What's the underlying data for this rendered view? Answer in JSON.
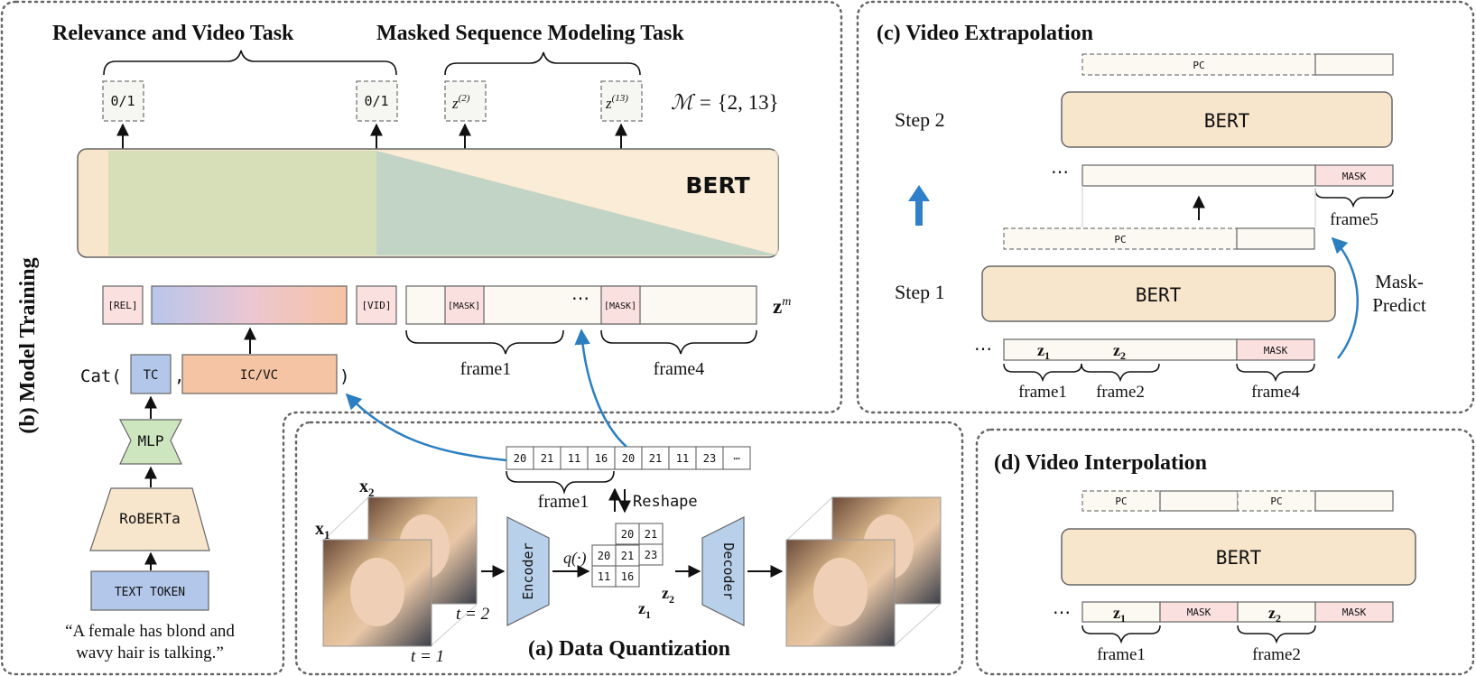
{
  "panels": {
    "model_training": {
      "title": "(b) Model Training",
      "relevance_header": "Relevance and Video Task",
      "masked_header": "Masked Sequence Modeling Task",
      "output_left": "0/1",
      "output_right": "0/1",
      "output_z_left_base": "z",
      "output_z_left_sup": "(2)",
      "output_z_right_base": "z",
      "output_z_right_sup": "(13)",
      "mask_set_lhs": "ℳ = ",
      "mask_set_rhs": "{2, 13}",
      "bert": "BERT",
      "rel_token": "[REL]",
      "vid_token": "[VID]",
      "mask_token": "[MASK]",
      "ellipsis": "⋯",
      "zm_base": "z",
      "zm_sup": "m",
      "frame1": "frame1",
      "frame4": "frame4",
      "cat_prefix": "Cat(",
      "tc": "TC",
      "comma": ",",
      "ic_vc": "IC/VC",
      "cat_suffix": ")",
      "mlp": "MLP",
      "roberta": "RoBERTa",
      "text_token": "TEXT TOKEN",
      "caption_line1": "“A female has blond and",
      "caption_line2": "wavy hair is talking.”"
    },
    "data_quantization": {
      "title": "(a) Data Quantization",
      "token_sequence": [
        "20",
        "21",
        "11",
        "16",
        "20",
        "21",
        "11",
        "23",
        "⋯"
      ],
      "frame1": "frame1",
      "reshape": "Reshape",
      "encoder": "Encoder",
      "decoder": "Decoder",
      "q_label": "q(·)",
      "x1_base": "x",
      "x1_sub": "1",
      "x2_base": "x",
      "x2_sub": "2",
      "t1": "t = 1",
      "t2": "t = 2",
      "grid_back": [
        "20",
        "21",
        "23"
      ],
      "grid_front": [
        "20",
        "21",
        "11",
        "16"
      ],
      "z1_base": "z",
      "z1_sub": "1",
      "z2_base": "z",
      "z2_sub": "2"
    },
    "video_extrapolation": {
      "title": "(c) Video Extrapolation",
      "step2": "Step 2",
      "step1": "Step 1",
      "pc": "PC",
      "bert": "BERT",
      "mask": "MASK",
      "ellipsis": "⋯",
      "frame1": "frame1",
      "frame2": "frame2",
      "frame4": "frame4",
      "frame5": "frame5",
      "mask_predict_1": "Mask-",
      "mask_predict_2": "Predict",
      "z1_base": "z",
      "z1_sub": "1",
      "z2_base": "z",
      "z2_sub": "2"
    },
    "video_interpolation": {
      "title": "(d) Video Interpolation",
      "pc": "PC",
      "bert": "BERT",
      "mask": "MASK",
      "ellipsis": "⋯",
      "frame1": "frame1",
      "frame2": "frame2",
      "z1_base": "z",
      "z1_sub": "1",
      "z2_base": "z",
      "z2_sub": "2"
    }
  },
  "colors": {
    "bert_fill": "#f8e6cc",
    "mask_fill": "#fbe0e0",
    "token_fill": "#fcf9f3",
    "tc_fill": "#b3c7ea",
    "icvc_fill": "#f5c4a4",
    "mlp_fill": "#cde6c0",
    "arrow_blue": "#2b7fc0",
    "step_arrow": "#2f80c8"
  }
}
